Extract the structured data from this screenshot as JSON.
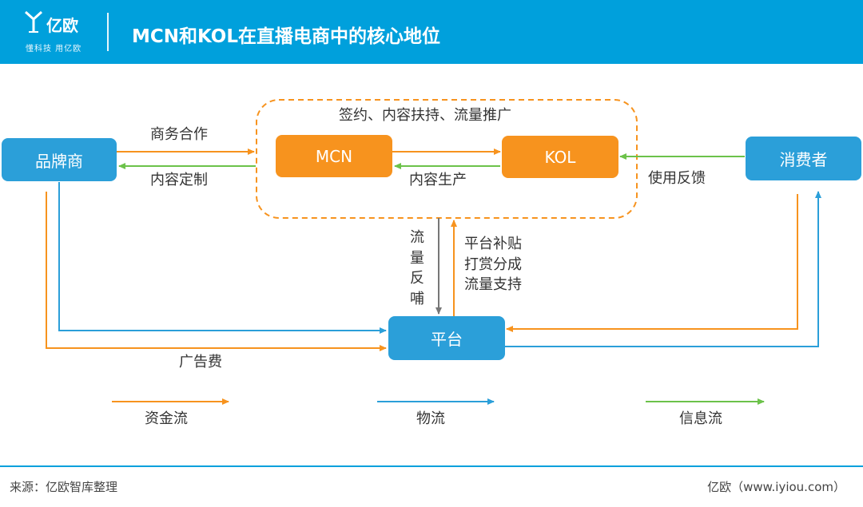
{
  "header": {
    "logo_name": "亿欧",
    "logo_slogan": "懂科技 用亿欧",
    "title": "MCN和KOL在直播电商中的核心地位"
  },
  "colors": {
    "header_bg": "#00a0dc",
    "box_blue": "#2b9fd9",
    "box_orange": "#f7931e",
    "money_flow": "#f7931e",
    "goods_flow": "#2b9fd9",
    "info_flow": "#6cc24a"
  },
  "nodes": {
    "brand": "品牌商",
    "mcn": "MCN",
    "kol": "KOL",
    "consumer": "消费者",
    "platform": "平台"
  },
  "edges": {
    "group_label": "签约、内容扶持、流量推广",
    "business_cooperation": "商务合作",
    "content_customization": "内容定制",
    "content_production": "内容生产",
    "usage_feedback": "使用反馈",
    "traffic_feedback": "流量反哺",
    "platform_support": [
      "平台补贴",
      "打赏分成",
      "流量支持"
    ],
    "ad_fee": "广告费"
  },
  "legend": {
    "money": "资金流",
    "goods": "物流",
    "info": "信息流"
  },
  "footer": {
    "source": "来源：亿欧智库整理",
    "site": "亿欧（www.iyiou.com）"
  }
}
